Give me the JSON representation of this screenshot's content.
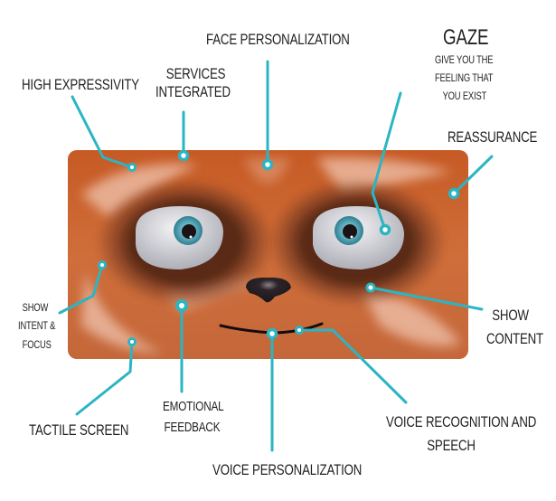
{
  "diagram": {
    "title": "Robot face features",
    "accent_color": "#2bb5c3",
    "text_color": "#1f1f1f",
    "face": {
      "fur_color": "#c9622a",
      "eye_patch_color": "#5a2a18",
      "iris_color": "#4a9fb0",
      "nose_color": "#2a2226"
    },
    "labels": {
      "face_personalization": "FACE PERSONALIZATION",
      "services_integrated_1": "SERVICES",
      "services_integrated_2": "INTEGRATED",
      "high_expressivity": "HIGH EXPRESSIVITY",
      "gaze_title": "GAZE",
      "gaze_sub_1": "GIVE YOU THE",
      "gaze_sub_2": "FEELING THAT",
      "gaze_sub_3": "YOU EXIST",
      "reassurance": "REASSURANCE",
      "show_intent_1": "SHOW",
      "show_intent_2": "INTENT &",
      "show_intent_3": "FOCUS",
      "show_content_1": "SHOW",
      "show_content_2": "CONTENT",
      "tactile_screen": "TACTILE SCREEN",
      "emotional_feedback_1": "EMOTIONAL",
      "emotional_feedback_2": "FEEDBACK",
      "voice_recognition_1": "VOICE RECOGNITION AND",
      "voice_recognition_2": "SPEECH",
      "voice_personalization": "VOICE PERSONALIZATION"
    }
  }
}
